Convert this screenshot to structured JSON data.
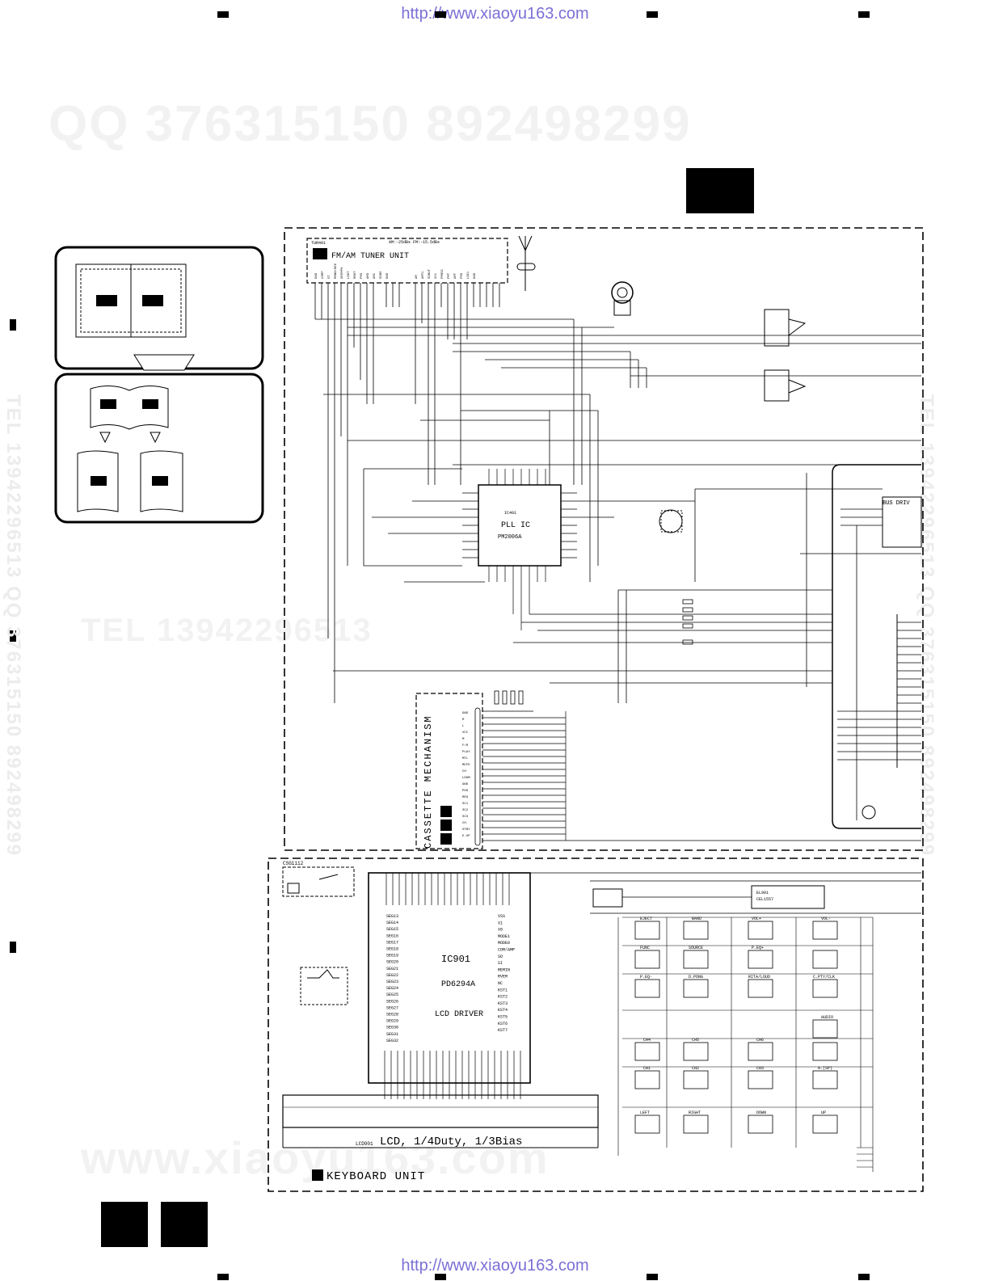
{
  "header": {
    "url_top": "http://www.xiaoyu163.com",
    "url_bottom": "http://www.xiaoyu163.com"
  },
  "watermarks": {
    "qq_line": "QQ 376315150   892498299",
    "tel_line": "TEL 13942296513",
    "www_line": "www.xiaoyu163.com",
    "side_left": "TEL 13942296513 QQ 376315150 892498299",
    "side_right": "TEL 13942296513 QQ 376315150 892498299"
  },
  "tuner": {
    "title": "FM/AM TUNER UNIT",
    "part": "TUR401",
    "spec": "AM:-25dBs FM:-15.5dBs",
    "pins_left": [
      "GND",
      "COMP",
      "ST",
      "MONO/BEE",
      "DEEMPH",
      "LOUT",
      "ROUT",
      "FMD",
      "AMD",
      "AMC",
      "SDOE",
      "GND"
    ],
    "pins_right": [
      "AM",
      "AMTC",
      "SDOUT",
      "VCC",
      "FMOSC",
      "FMT",
      "AMT",
      "FMD",
      "LOCL",
      "GND"
    ]
  },
  "pll": {
    "title": "PLL IC",
    "part": "PM2006A",
    "ref": "IC401"
  },
  "bus": {
    "label": "BUS DRIV"
  },
  "cassette": {
    "title": "CASSETTE MECHANISM",
    "pins": [
      "GND",
      "R",
      "L",
      "VCC",
      "M",
      "F/R",
      "PLAY",
      "MTL",
      "MUTE",
      "CH",
      "LDGM",
      "GND",
      "POS",
      "REG",
      "SC1",
      "SC2",
      "SC3",
      "CH",
      "STBY",
      "E.UP"
    ]
  },
  "keyboard": {
    "title": "KEYBOARD UNIT",
    "switch": "CSG1112",
    "ic_ref": "IC901",
    "ic_part": "PD6294A",
    "ic_func": "LCD DRIVER",
    "lcd_label": "LCD, 1/4Duty, 1/3Bias",
    "lcd_ref": "LCD901",
    "el_ref": "EL901",
    "el_part": "CEL1557",
    "keys_row1": [
      "EJECT",
      "BAND",
      "VOL+",
      "VOL-"
    ],
    "keys_row2": [
      "FUNC",
      "SOURCE",
      "P.EQ+",
      "C.PTY/CLK"
    ],
    "keys_row3": [
      "P.EQ-",
      "D.PONG",
      "RITA/LOUD",
      "AUDIO"
    ],
    "keys_row4": [
      "CH4",
      "CH5",
      "CH6",
      "A.(SP)"
    ],
    "keys_row5": [
      "CH1",
      "CH2",
      "CH3"
    ],
    "keys_row6": [
      "LEFT",
      "RIGHT",
      "DOWN",
      "UP"
    ],
    "ic_left_pins": [
      "SEG13",
      "SEG14",
      "SEG15",
      "SEG16",
      "SEG17",
      "SEG18",
      "SEG19",
      "SEG20",
      "SEG21",
      "SEG22",
      "SEG23",
      "SEG24",
      "SEG25",
      "SEG26",
      "SEG27",
      "SEG28",
      "SEG29",
      "SEG30",
      "SEG31",
      "SEG32"
    ],
    "ic_right_pins": [
      "VSS",
      "X1",
      "X0",
      "MODE1",
      "MODE0",
      "COM/AMP",
      "SO",
      "SI",
      "REMIN",
      "RVER",
      "NC",
      "KST1",
      "KST2",
      "KST3",
      "KST4",
      "KST5",
      "KST6",
      "KST7"
    ]
  }
}
